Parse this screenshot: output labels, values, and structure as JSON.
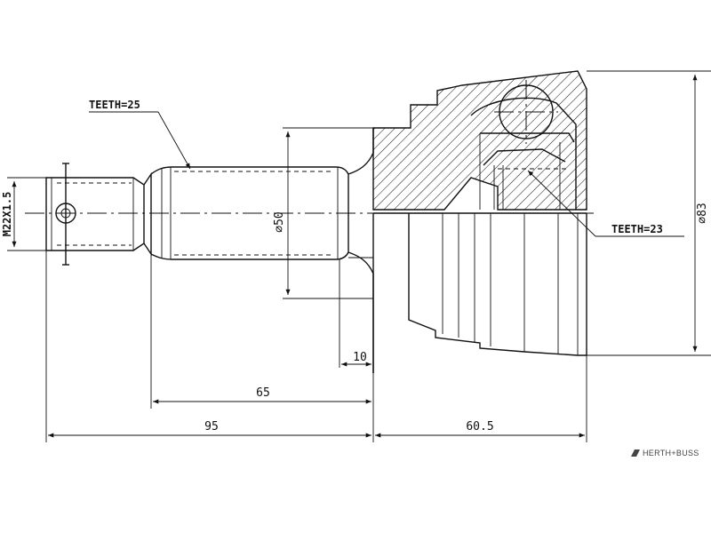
{
  "labels": {
    "teeth_left": "TEETH=25",
    "teeth_right": "TEETH=23",
    "thread": "M22X1.5",
    "shaft_diameter": "⌀50",
    "outer_diameter": "⌀83"
  },
  "dimensions": {
    "shoulder": "10",
    "spline_length": "65",
    "shaft_length": "95",
    "joint_length": "60.5"
  },
  "brand": "HERTH+BUSS",
  "colors": {
    "line": "#111111",
    "background": "#ffffff",
    "brand": "#444444"
  }
}
